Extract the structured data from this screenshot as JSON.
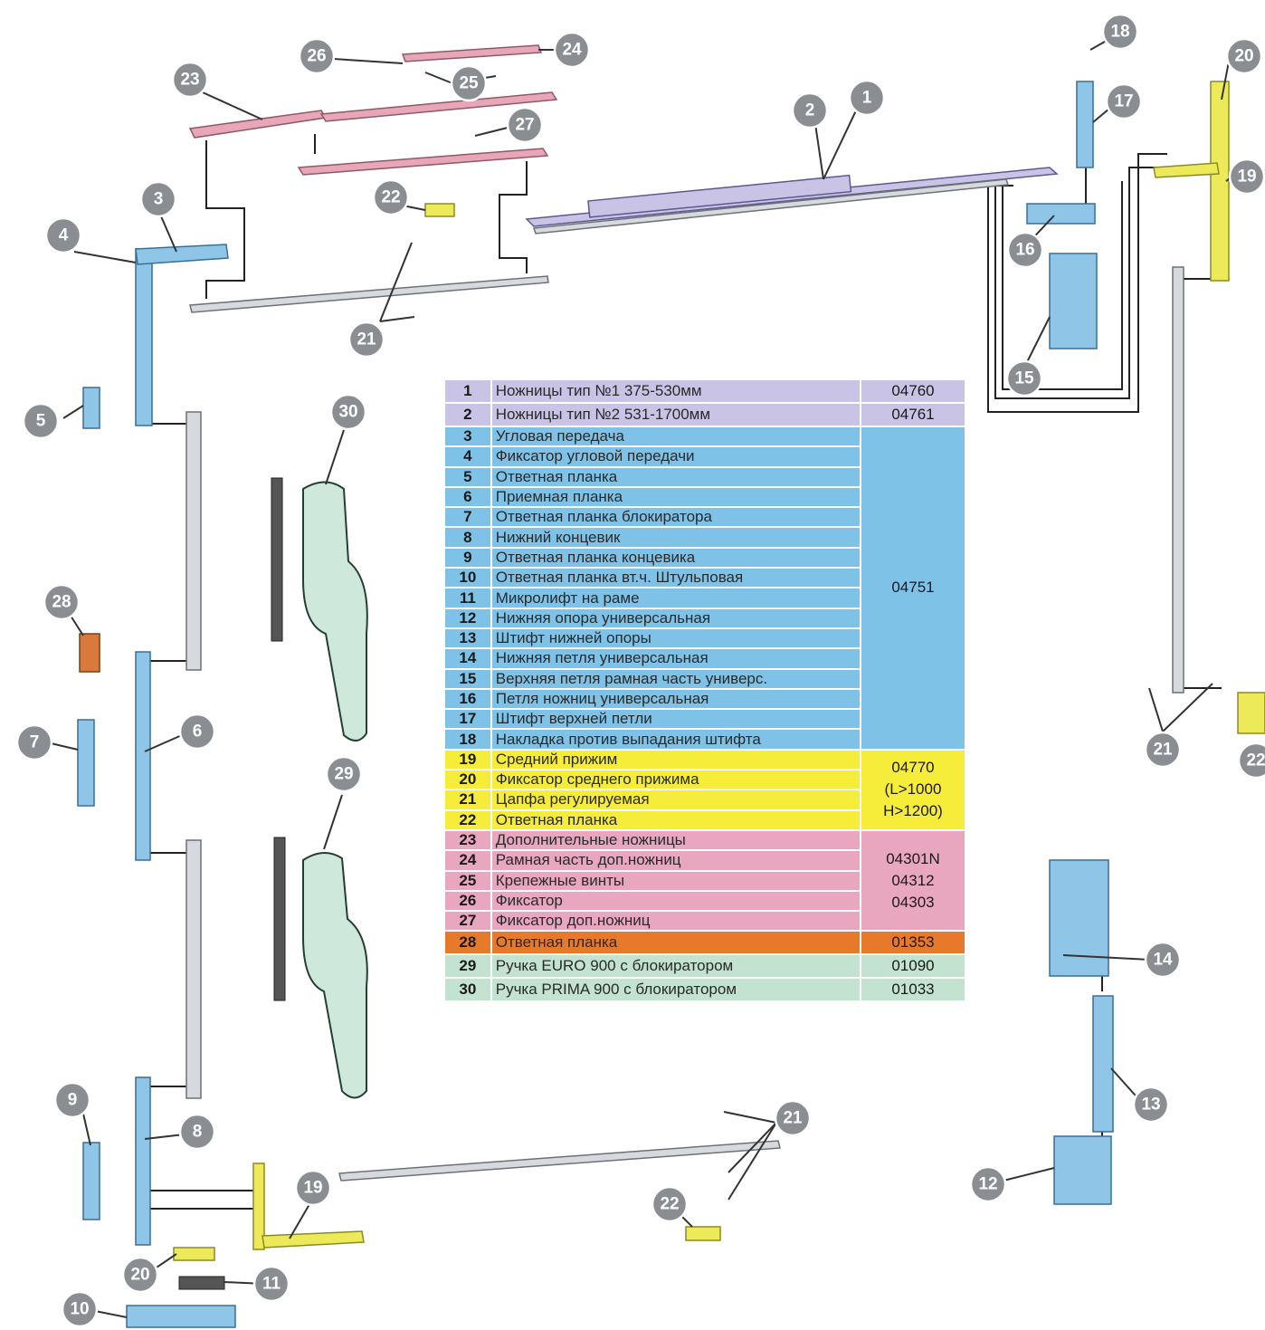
{
  "callouts": [
    "1",
    "2",
    "3",
    "4",
    "5",
    "6",
    "7",
    "8",
    "9",
    "10",
    "11",
    "12",
    "13",
    "14",
    "15",
    "16",
    "17",
    "18",
    "19",
    "20",
    "21",
    "22",
    "23",
    "24",
    "25",
    "26",
    "27",
    "28",
    "29",
    "30"
  ],
  "table": {
    "rows": [
      {
        "num": "1",
        "name": "Ножницы тип №1 375-530мм",
        "group": "lav"
      },
      {
        "num": "2",
        "name": "Ножницы тип №2 531-1700мм",
        "group": "lav"
      },
      {
        "num": "3",
        "name": "Угловая передача",
        "group": "blue"
      },
      {
        "num": "4",
        "name": "Фиксатор угловой передачи",
        "group": "blue"
      },
      {
        "num": "5",
        "name": "Ответная планка",
        "group": "blue"
      },
      {
        "num": "6",
        "name": "Приемная планка",
        "group": "blue"
      },
      {
        "num": "7",
        "name": "Ответная планка блокиратора",
        "group": "blue"
      },
      {
        "num": "8",
        "name": "Нижний концевик",
        "group": "blue"
      },
      {
        "num": "9",
        "name": "Ответная планка концевика",
        "group": "blue"
      },
      {
        "num": "10",
        "name": "Ответная планка вт.ч. Штульповая",
        "group": "blue"
      },
      {
        "num": "11",
        "name": "Микролифт на раме",
        "group": "blue"
      },
      {
        "num": "12",
        "name": "Нижняя опора универсальная",
        "group": "blue"
      },
      {
        "num": "13",
        "name": "Штифт нижней опоры",
        "group": "blue"
      },
      {
        "num": "14",
        "name": "Нижняя петля универсальная",
        "group": "blue"
      },
      {
        "num": "15",
        "name": "Верхняя петля рамная часть универс.",
        "group": "blue"
      },
      {
        "num": "16",
        "name": "Петля ножниц универсальная",
        "group": "blue"
      },
      {
        "num": "17",
        "name": "Штифт верхней петли",
        "group": "blue"
      },
      {
        "num": "18",
        "name": "Накладка против выпадания штифта",
        "group": "blue"
      },
      {
        "num": "19",
        "name": "Средний прижим",
        "group": "yellow"
      },
      {
        "num": "20",
        "name": "Фиксатор среднего прижима",
        "group": "yellow"
      },
      {
        "num": "21",
        "name": "Цапфа регулируемая",
        "group": "yellow"
      },
      {
        "num": "22",
        "name": "Ответная планка",
        "group": "yellow"
      },
      {
        "num": "23",
        "name": "Дополнительные ножницы",
        "group": "pink"
      },
      {
        "num": "24",
        "name": "Рамная часть доп.ножниц",
        "group": "pink"
      },
      {
        "num": "25",
        "name": "Крепежные винты",
        "group": "pink"
      },
      {
        "num": "26",
        "name": "Фиксатор",
        "group": "pink"
      },
      {
        "num": "27",
        "name": "Фиксатор доп.ножниц",
        "group": "pink"
      },
      {
        "num": "28",
        "name": "Ответная планка",
        "group": "orange"
      },
      {
        "num": "29",
        "name": "Ручка EURO 900 с блокиратором",
        "group": "green"
      },
      {
        "num": "30",
        "name": "Ручка PRIMA 900 с блокиратором",
        "group": "green"
      }
    ],
    "codes": [
      {
        "start": 0,
        "span": 1,
        "lines": [
          "04760"
        ]
      },
      {
        "start": 1,
        "span": 1,
        "lines": [
          "04761"
        ]
      },
      {
        "start": 2,
        "span": 16,
        "lines": [
          "04751"
        ]
      },
      {
        "start": 18,
        "span": 4,
        "lines": [
          "04770",
          "(L>1000",
          "H>1200)"
        ]
      },
      {
        "start": 22,
        "span": 5,
        "lines": [
          "04301N",
          "04312",
          "04303"
        ]
      },
      {
        "start": 27,
        "span": 1,
        "lines": [
          "01353"
        ]
      },
      {
        "start": 28,
        "span": 1,
        "lines": [
          "01090"
        ]
      },
      {
        "start": 29,
        "span": 1,
        "lines": [
          "01033"
        ]
      }
    ]
  },
  "colors": {
    "lav": "#c9c3e6",
    "blue": "#7fc2e8",
    "yellow": "#f6ec3a",
    "pink": "#e8a6bf",
    "orange": "#e77a2a",
    "green": "#c3e2d0",
    "callout": "#8a8d92"
  }
}
